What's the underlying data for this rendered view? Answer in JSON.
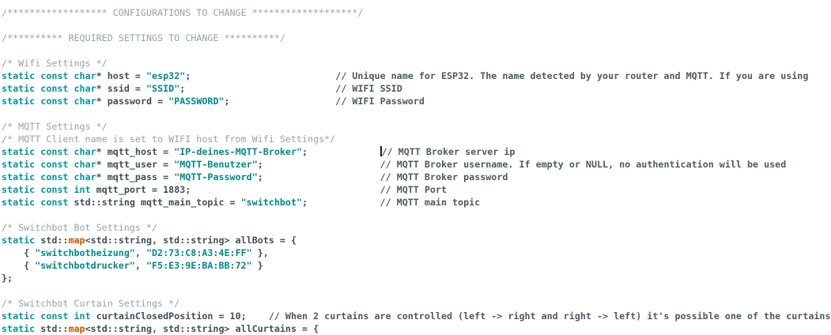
{
  "editor": {
    "language": "cpp",
    "colors": {
      "background": "#ffffff",
      "keyword": "#00979c",
      "string": "#00878d",
      "default_text": "#434f54",
      "builtin_function": "#d35400",
      "block_comment": "#95a5a6",
      "line_comment": "#4d5a61",
      "cursor": "#16191a"
    },
    "cursor": {
      "line_number": 12,
      "before_text": "// MQTT Broker server ip"
    },
    "lines": [
      [
        [
          "c1",
          "/****************** CONFIGURATIONS TO CHANGE *******************/"
        ]
      ],
      [],
      [
        [
          "c1",
          "/********** REQUIRED SETTINGS TO CHANGE **********/"
        ]
      ],
      [],
      [
        [
          "c1",
          "/* Wifi Settings */"
        ]
      ],
      [
        [
          "k",
          "static"
        ],
        [
          "d",
          " "
        ],
        [
          "k",
          "const"
        ],
        [
          "d",
          " "
        ],
        [
          "k",
          "char"
        ],
        [
          "d",
          "* host = "
        ],
        [
          "s",
          "\"esp32\""
        ],
        [
          "d",
          ";"
        ],
        [
          "d",
          "                          "
        ],
        [
          "c2",
          "// Unique name for ESP32. The name detected by your router and MQTT. If you are using"
        ]
      ],
      [
        [
          "k",
          "static"
        ],
        [
          "d",
          " "
        ],
        [
          "k",
          "const"
        ],
        [
          "d",
          " "
        ],
        [
          "k",
          "char"
        ],
        [
          "d",
          "* ssid = "
        ],
        [
          "s",
          "\"SSID\""
        ],
        [
          "d",
          ";"
        ],
        [
          "d",
          "                           "
        ],
        [
          "c2",
          "// WIFI SSID"
        ]
      ],
      [
        [
          "k",
          "static"
        ],
        [
          "d",
          " "
        ],
        [
          "k",
          "const"
        ],
        [
          "d",
          " "
        ],
        [
          "k",
          "char"
        ],
        [
          "d",
          "* password = "
        ],
        [
          "s",
          "\"PASSWORD\""
        ],
        [
          "d",
          ";"
        ],
        [
          "d",
          "                   "
        ],
        [
          "c2",
          "// WIFI Password"
        ]
      ],
      [],
      [
        [
          "c1",
          "/* MQTT Settings */"
        ]
      ],
      [
        [
          "c1",
          "/* MQTT Client name is set to WIFI host from Wifi Settings*/"
        ]
      ],
      [
        [
          "k",
          "static"
        ],
        [
          "d",
          " "
        ],
        [
          "k",
          "const"
        ],
        [
          "d",
          " "
        ],
        [
          "k",
          "char"
        ],
        [
          "d",
          "* mqtt_host = "
        ],
        [
          "s",
          "\"IP-deines-MQTT-Broker\""
        ],
        [
          "d",
          ";"
        ],
        [
          "d",
          "             "
        ],
        [
          "cur",
          ""
        ],
        [
          "c2",
          "// MQTT Broker server ip"
        ]
      ],
      [
        [
          "k",
          "static"
        ],
        [
          "d",
          " "
        ],
        [
          "k",
          "const"
        ],
        [
          "d",
          " "
        ],
        [
          "k",
          "char"
        ],
        [
          "d",
          "* mqtt_user = "
        ],
        [
          "s",
          "\"MQTT-Benutzer\""
        ],
        [
          "d",
          ";"
        ],
        [
          "d",
          "                     "
        ],
        [
          "c2",
          "// MQTT Broker username. If empty or NULL, no authentication will be used"
        ]
      ],
      [
        [
          "k",
          "static"
        ],
        [
          "d",
          " "
        ],
        [
          "k",
          "const"
        ],
        [
          "d",
          " "
        ],
        [
          "k",
          "char"
        ],
        [
          "d",
          "* mqtt_pass = "
        ],
        [
          "s",
          "\"MQTT-Password\""
        ],
        [
          "d",
          ";"
        ],
        [
          "d",
          "                     "
        ],
        [
          "c2",
          "// MQTT Broker password"
        ]
      ],
      [
        [
          "k",
          "static"
        ],
        [
          "d",
          " "
        ],
        [
          "k",
          "const"
        ],
        [
          "d",
          " "
        ],
        [
          "k",
          "int"
        ],
        [
          "d",
          " mqtt_port = 1883;"
        ],
        [
          "d",
          "                                  "
        ],
        [
          "c2",
          "// MQTT Port"
        ]
      ],
      [
        [
          "k",
          "static"
        ],
        [
          "d",
          " "
        ],
        [
          "k",
          "const"
        ],
        [
          "d",
          " std::string mqtt_main_topic = "
        ],
        [
          "s",
          "\"switchbot\""
        ],
        [
          "d",
          ";"
        ],
        [
          "d",
          "             "
        ],
        [
          "c2",
          "// MQTT main topic"
        ]
      ],
      [],
      [
        [
          "c1",
          "/* Switchbot Bot Settings */"
        ]
      ],
      [
        [
          "k",
          "static"
        ],
        [
          "d",
          " std::"
        ],
        [
          "f",
          "map"
        ],
        [
          "d",
          "<std::string, std::string> allBots = {"
        ]
      ],
      [
        [
          "d",
          "    { "
        ],
        [
          "s",
          "\"switchbotheizung\""
        ],
        [
          "d",
          ", "
        ],
        [
          "s",
          "\"D2:73:C8:A3:4E:FF\""
        ],
        [
          "d",
          " },"
        ]
      ],
      [
        [
          "d",
          "    { "
        ],
        [
          "s",
          "\"switchbotdrucker\""
        ],
        [
          "d",
          ", "
        ],
        [
          "s",
          "\"F5:E3:9E:BA:BB:72\""
        ],
        [
          "d",
          " }"
        ]
      ],
      [
        [
          "d",
          "};"
        ]
      ],
      [],
      [
        [
          "c1",
          "/* Switchbot Curtain Settings */"
        ]
      ],
      [
        [
          "k",
          "static"
        ],
        [
          "d",
          " "
        ],
        [
          "k",
          "const"
        ],
        [
          "d",
          " "
        ],
        [
          "k",
          "int"
        ],
        [
          "d",
          " curtainClosedPosition = 10;    "
        ],
        [
          "c2",
          "// When 2 curtains are controlled (left -> right and right -> left) it's possible one of the curtains"
        ]
      ],
      [
        [
          "k",
          "static"
        ],
        [
          "d",
          " std::"
        ],
        [
          "f",
          "map"
        ],
        [
          "d",
          "<std::string, std::string> allCurtains = {"
        ]
      ]
    ]
  }
}
